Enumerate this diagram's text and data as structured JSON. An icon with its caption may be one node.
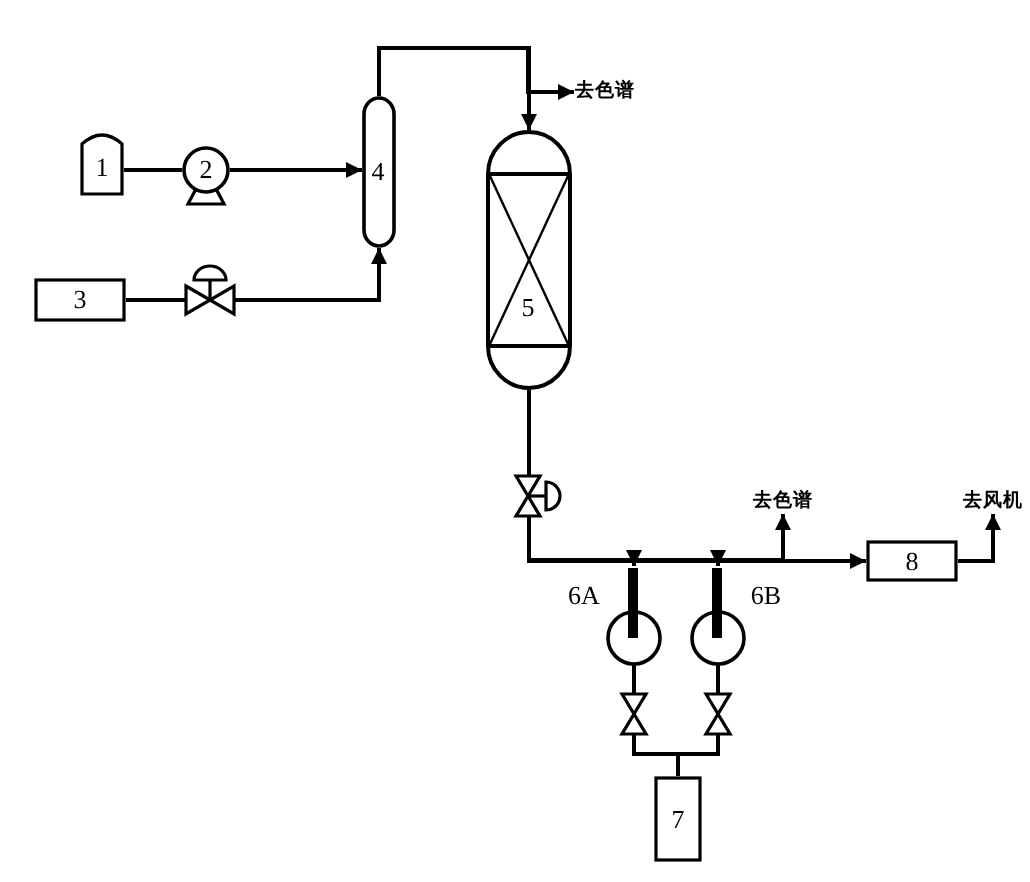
{
  "diagram": {
    "nodes": [
      {
        "text": [
          "1"
        ]
      },
      {
        "text": [
          "2"
        ]
      },
      {
        "text": [
          "3"
        ]
      },
      {
        "text": [
          "4"
        ]
      },
      {
        "text": [
          "5"
        ]
      },
      {
        "text": [
          "去色谱"
        ]
      },
      {
        "text": [
          "6A"
        ]
      },
      {
        "text": [
          "6B"
        ]
      },
      {
        "text": [
          "7"
        ]
      },
      {
        "text": [
          "8"
        ]
      },
      {
        "text": [
          "去色谱"
        ]
      },
      {
        "text": [
          "去风机"
        ]
      }
    ],
    "edges": [
      {
        "from": 0,
        "to": 1,
        "arrow": "none"
      },
      {
        "from": 1,
        "to": 3,
        "arrow": "to"
      },
      {
        "from": 2,
        "to": 3,
        "arrow": "to"
      },
      {
        "from": 3,
        "to": 4,
        "arrow": "to"
      },
      {
        "from": 3,
        "to": 5,
        "arrow": "to"
      },
      {
        "from": 4,
        "to": 6,
        "arrow": "to"
      },
      {
        "from": 4,
        "to": 7,
        "arrow": "to"
      },
      {
        "from": 4,
        "to": 9,
        "arrow": "to"
      },
      {
        "from": 4,
        "to": 10,
        "arrow": "to"
      },
      {
        "from": 9,
        "to": 11,
        "arrow": "to"
      },
      {
        "from": 6,
        "to": 8,
        "arrow": "none"
      },
      {
        "from": 7,
        "to": 8,
        "arrow": "none"
      }
    ]
  }
}
